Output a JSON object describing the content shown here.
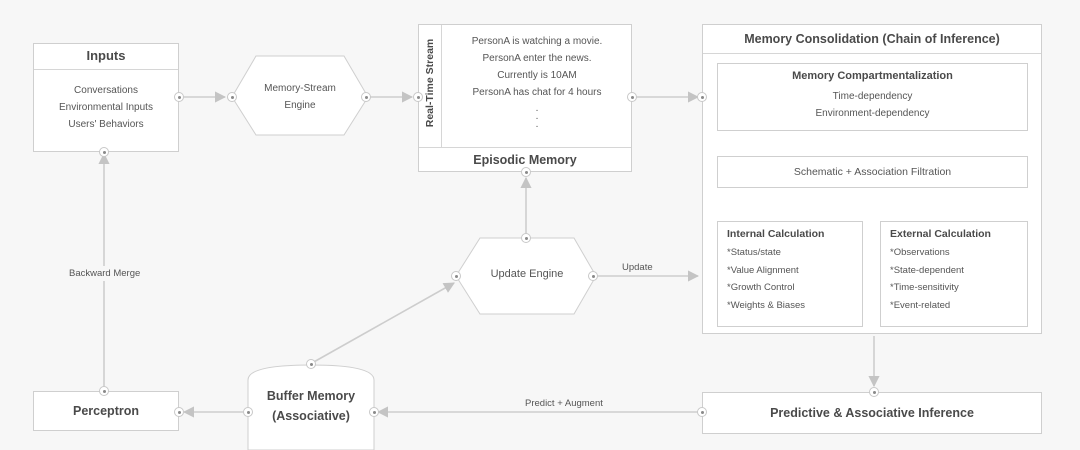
{
  "inputs": {
    "title": "Inputs",
    "items": [
      "Conversations",
      "Environmental Inputs",
      "Users' Behaviors"
    ]
  },
  "memory_stream": {
    "line1": "Memory-Stream",
    "line2": "Engine"
  },
  "realtime": {
    "side_label": "Real-Time Stream",
    "lines": [
      "PersonA is watching a movie.",
      "PersonA enter the news.",
      "Currently is 10AM",
      "PersonA has chat for 4 hours"
    ],
    "dots": ".",
    "footer": "Episodic Memory"
  },
  "consolidation": {
    "title": "Memory Consolidation (Chain of Inference)",
    "compartment": {
      "title": "Memory Compartmentalization",
      "items": [
        "Time-dependency",
        "Environment-dependency"
      ]
    },
    "filtration": "Schematic + Association Filtration",
    "internal": {
      "title": "Internal Calculation",
      "items": [
        "*Status/state",
        "*Value Alignment",
        "*Growth Control",
        "*Weights & Biases"
      ]
    },
    "external": {
      "title": "External Calculation",
      "items": [
        "*Observations",
        "*State-dependent",
        "*Time-sensitivity",
        "*Event-related"
      ]
    }
  },
  "update_engine": {
    "label": "Update Engine",
    "edge_label": "Update"
  },
  "backward_merge": "Backward Merge",
  "perceptron": "Perceptron",
  "buffer": {
    "line1": "Buffer Memory",
    "line2": "(Associative)"
  },
  "predict_edge": "Predict + Augment",
  "predictive": "Predictive & Associative Inference"
}
